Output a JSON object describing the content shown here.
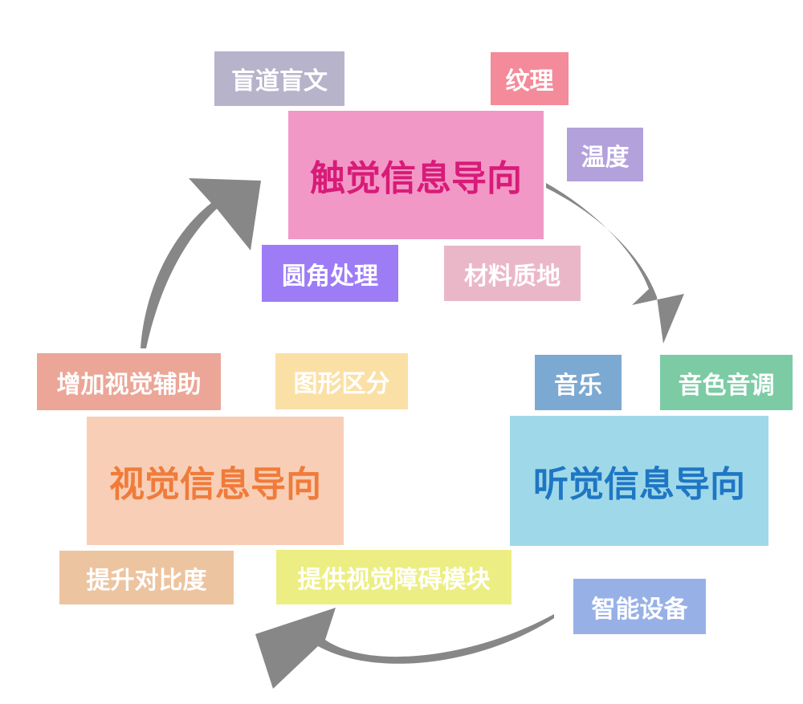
{
  "main_nodes": {
    "touch": "触觉信息导向",
    "hearing": "听觉信息导向",
    "vision": "视觉信息导向"
  },
  "touch_tags": {
    "blind_path": "盲道盲文",
    "texture": "纹理",
    "temperature": "温度",
    "rounded_corners": "圆角处理",
    "material": "材料质地"
  },
  "hearing_tags": {
    "music": "音乐",
    "timbre_tone": "音色音调",
    "smart_devices": "智能设备"
  },
  "vision_tags": {
    "visual_aid": "增加视觉辅助",
    "shape_distinction": "图形区分",
    "contrast": "提升对比度",
    "impairment_module": "提供视觉障碍模块"
  },
  "colors": {
    "arrow": "#878787",
    "touch_box": "#f298c7",
    "hearing_box": "#9fd9e9",
    "vision_box": "#f8cfb6"
  }
}
